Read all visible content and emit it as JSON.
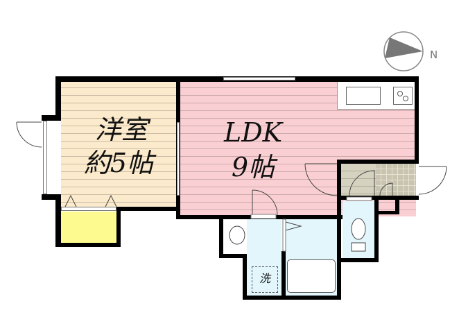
{
  "floorplan": {
    "rooms": [
      {
        "id": "western-room",
        "name": "洋室",
        "size": "約5帖",
        "color": "#fbeacb"
      },
      {
        "id": "ldk",
        "name": "LDK",
        "size": "9帖",
        "color": "#f9cfd3"
      },
      {
        "id": "closet",
        "color": "#fdfb8f"
      },
      {
        "id": "entrance",
        "color": "#d6d2c0"
      },
      {
        "id": "bathroom",
        "color": "#e2f6fc"
      },
      {
        "id": "toilet",
        "color": "#e2f6fc"
      },
      {
        "id": "washroom",
        "color": "#e2f6fc"
      }
    ],
    "washer_label": "洗",
    "compass": {
      "label": "N",
      "color": "#777777"
    }
  }
}
